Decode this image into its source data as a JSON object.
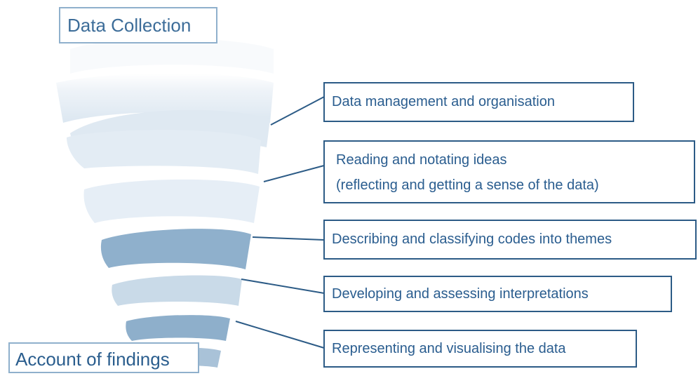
{
  "title": "Data Collection",
  "outcome": "Account of findings",
  "steps": [
    {
      "label": "Data management and organisation"
    },
    {
      "line1": "Reading and notating ideas",
      "line2": "(reflecting and getting a sense of the data)"
    },
    {
      "label": "Describing and classifying codes into themes"
    },
    {
      "label": "Developing and assessing interpretations"
    },
    {
      "label": "Representing and visualising the data"
    }
  ],
  "colors": {
    "spiral_light": "#eef3f8",
    "spiral_mid": "#c3d6e6",
    "spiral_dark": "#7fa3c2",
    "box_border": "#2c5b86",
    "text": "#2a5d8f"
  }
}
